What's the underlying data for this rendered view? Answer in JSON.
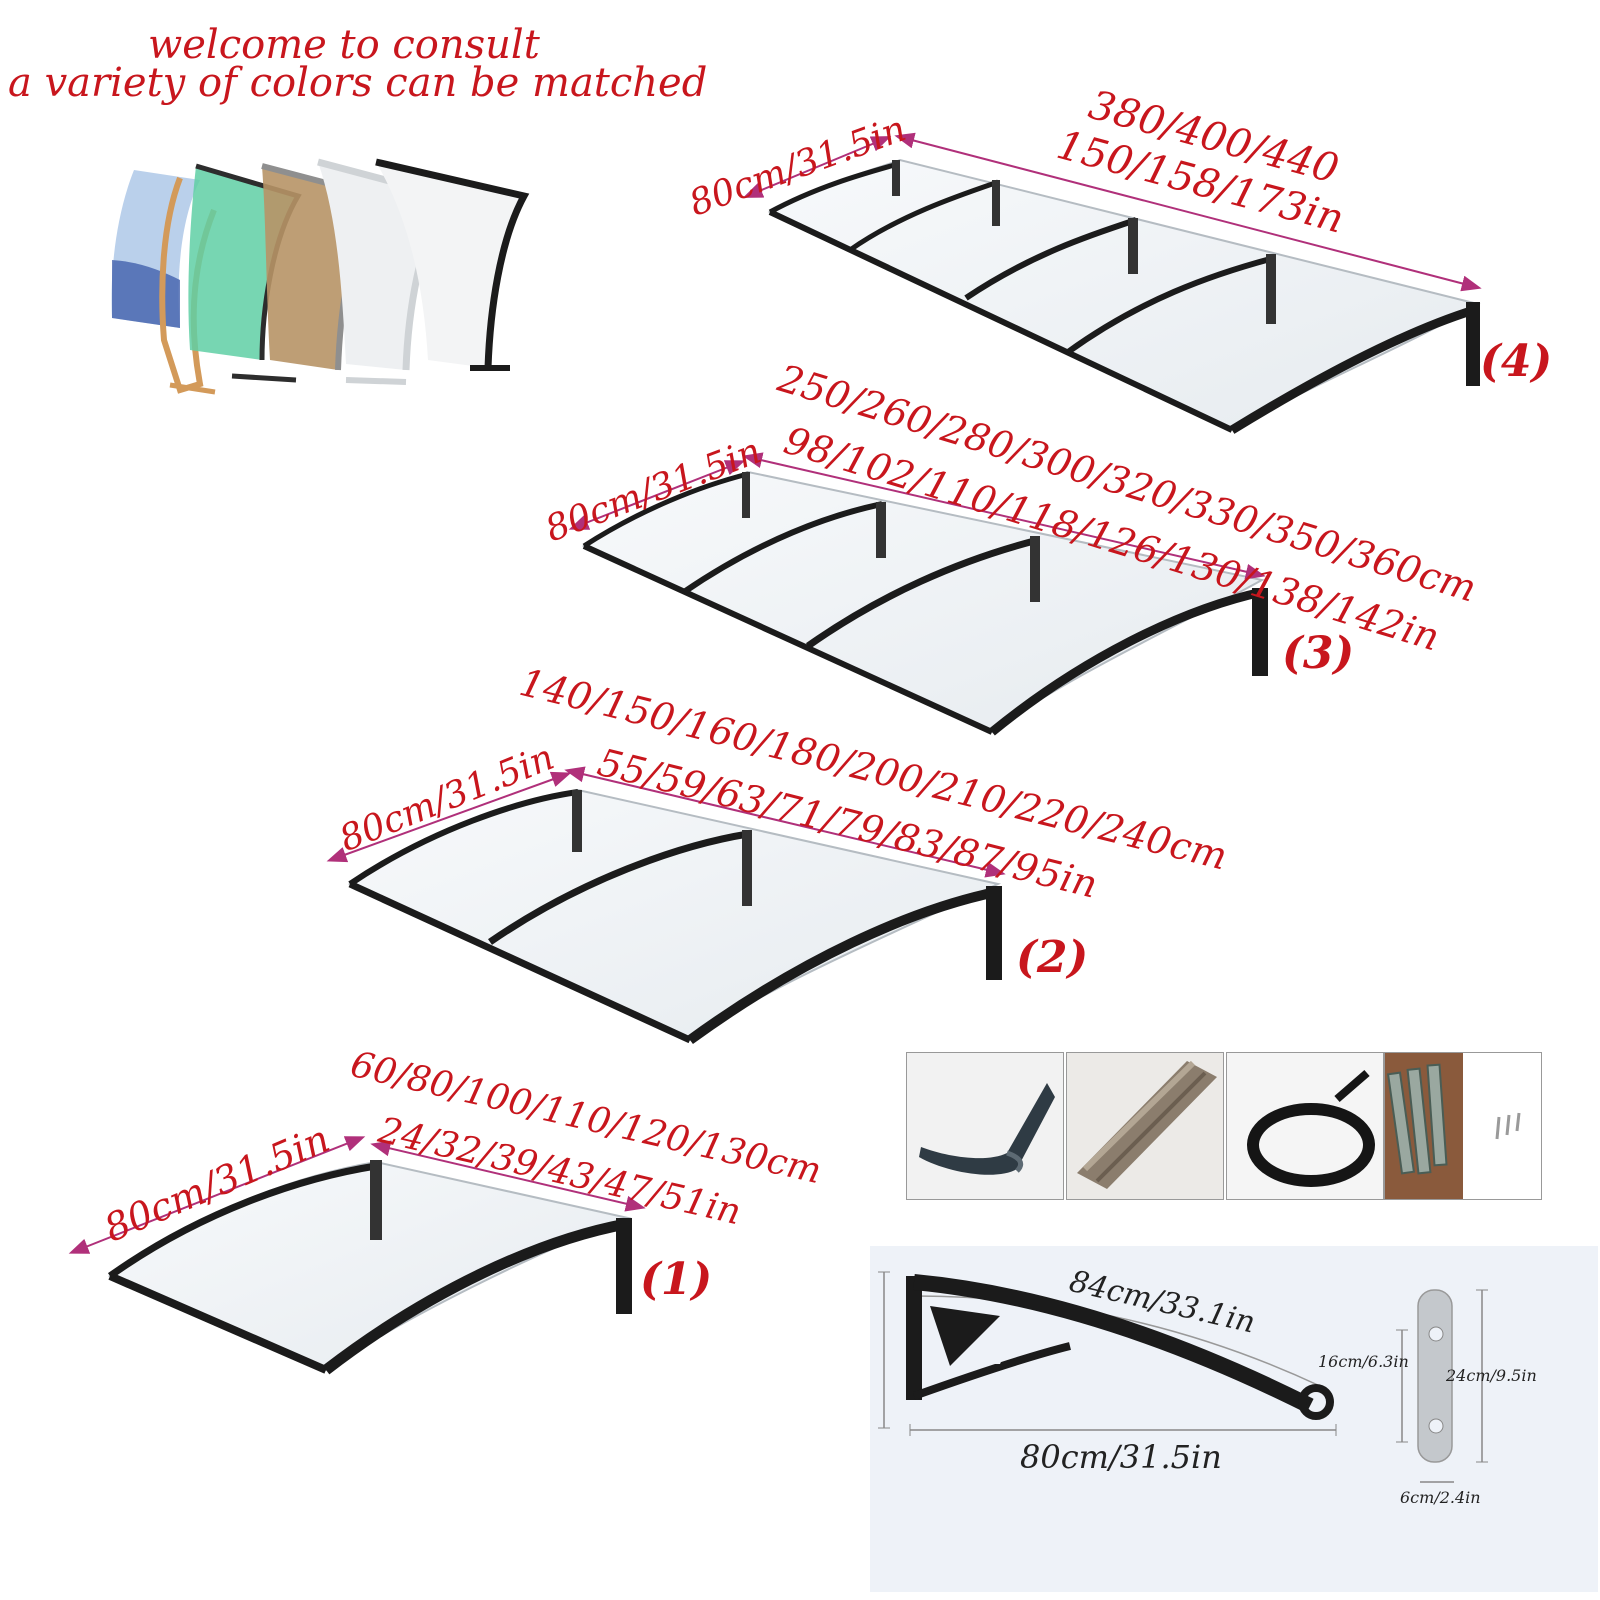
{
  "header": {
    "line1": "welcome to consult",
    "line2": "a variety of colors can be matched"
  },
  "color_samples": [
    "blue-clear",
    "gold",
    "green",
    "brown",
    "white",
    "black"
  ],
  "models": [
    {
      "tag": "(1)",
      "depth": "80cm/31.5in",
      "length_cm": "60/80/100/110/120/130cm",
      "length_in": "24/32/39/43/47/51in"
    },
    {
      "tag": "(2)",
      "depth": "80cm/31.5in",
      "length_cm": "140/150/160/180/200/210/220/240cm",
      "length_in": "55/59/63/71/79/83/87/95in"
    },
    {
      "tag": "(3)",
      "depth": "80cm/31.5in",
      "length_cm": "250/260/280/300/320/330/350/360cm",
      "length_in": "98/102/110/118/126/130/138/142in"
    },
    {
      "tag": "(4)",
      "depth": "80cm/31.5in",
      "length_cm": "380/400/440",
      "length_in": "150/158/173in"
    }
  ],
  "accessories": [
    "gutter-icon",
    "aluminium-rail-icon",
    "rubber-seal-icon",
    "expansion-bolts-icon"
  ],
  "bracket": {
    "arc": "84cm/33.1in",
    "height": "16cm/6.3in",
    "base": "80cm/31.5in",
    "plate_height": "24cm/9.5in",
    "plate_width": "6cm/2.4in"
  },
  "colors": {
    "label_red": "#c8161d",
    "arrow": "#b0307a",
    "frame": "#1b1b1b"
  }
}
